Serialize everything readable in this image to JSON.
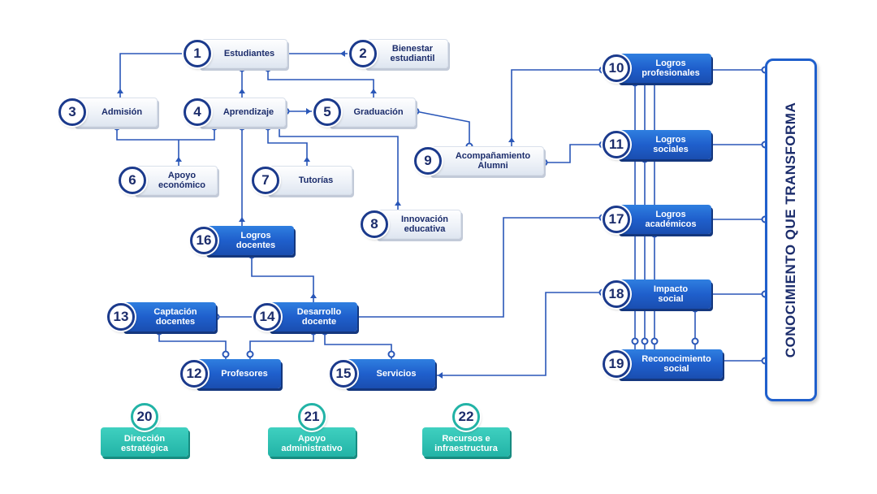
{
  "nodes": [
    {
      "id": "n1",
      "num": "1",
      "label": "Estudiantes",
      "style": "light",
      "slug": "estudiantes"
    },
    {
      "id": "n2",
      "num": "2",
      "label": "Bienestar\nestudiantil",
      "style": "light",
      "slug": "bienestar-estudiantil"
    },
    {
      "id": "n3",
      "num": "3",
      "label": "Admisión",
      "style": "light",
      "slug": "admision"
    },
    {
      "id": "n4",
      "num": "4",
      "label": "Aprendizaje",
      "style": "light",
      "slug": "aprendizaje"
    },
    {
      "id": "n5",
      "num": "5",
      "label": "Graduación",
      "style": "light",
      "slug": "graduacion"
    },
    {
      "id": "n6",
      "num": "6",
      "label": "Apoyo\neconómico",
      "style": "light",
      "slug": "apoyo-economico"
    },
    {
      "id": "n7",
      "num": "7",
      "label": "Tutorías",
      "style": "light",
      "slug": "tutorias"
    },
    {
      "id": "n8",
      "num": "8",
      "label": "Innovación\neducativa",
      "style": "light",
      "slug": "innovacion-educativa"
    },
    {
      "id": "n9",
      "num": "9",
      "label": "Acompañamiento\nAlumni",
      "style": "light",
      "slug": "acompanamiento-alumni"
    },
    {
      "id": "n10",
      "num": "10",
      "label": "Logros\nprofesionales",
      "style": "dark",
      "slug": "logros-profesionales"
    },
    {
      "id": "n11",
      "num": "11",
      "label": "Logros\nsociales",
      "style": "dark",
      "slug": "logros-sociales"
    },
    {
      "id": "n12",
      "num": "12",
      "label": "Profesores",
      "style": "dark",
      "slug": "profesores"
    },
    {
      "id": "n13",
      "num": "13",
      "label": "Captación\ndocentes",
      "style": "dark",
      "slug": "captacion-docentes"
    },
    {
      "id": "n14",
      "num": "14",
      "label": "Desarrollo\ndocente",
      "style": "dark",
      "slug": "desarrollo-docente"
    },
    {
      "id": "n15",
      "num": "15",
      "label": "Servicios",
      "style": "dark",
      "slug": "servicios"
    },
    {
      "id": "n16",
      "num": "16",
      "label": "Logros\ndocentes",
      "style": "dark",
      "slug": "logros-docentes"
    },
    {
      "id": "n17",
      "num": "17",
      "label": "Logros\nacadémicos",
      "style": "dark",
      "slug": "logros-academicos"
    },
    {
      "id": "n18",
      "num": "18",
      "label": "Impacto\nsocial",
      "style": "dark",
      "slug": "impacto-social"
    },
    {
      "id": "n19",
      "num": "19",
      "label": "Reconocimiento\nsocial",
      "style": "dark",
      "slug": "reconocimiento-social"
    },
    {
      "id": "n20",
      "num": "20",
      "label": "Dirección\nestratégica",
      "style": "teal",
      "slug": "direccion-estrategica"
    },
    {
      "id": "n21",
      "num": "21",
      "label": "Apoyo\nadministrativo",
      "style": "teal",
      "slug": "apoyo-administrativo"
    },
    {
      "id": "n22",
      "num": "22",
      "label": "Recursos e\ninfraestructura",
      "style": "teal",
      "slug": "recursos-infraestructura"
    }
  ],
  "panel": {
    "title": "CONOCIMIENTO QUE TRANSFORMA"
  },
  "colors": {
    "line": "#2a57b8",
    "dark": "#1f5fcc",
    "teal": "#22b3a6",
    "text": "#1b2c6b",
    "bg": "#ffffff"
  }
}
